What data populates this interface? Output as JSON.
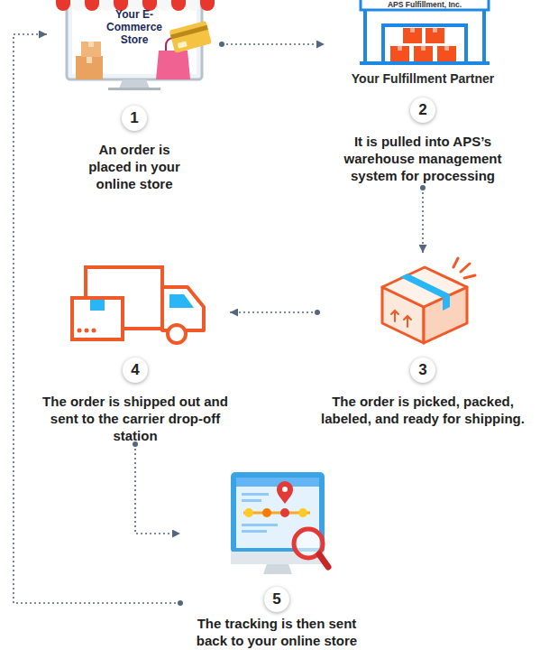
{
  "diagram": {
    "nodes": [
      {
        "text": [
          "Your E-Commerce Store",
          "1",
          "An order is placed in your online store"
        ]
      },
      {
        "text": [
          "APS Fulfillment, Inc.",
          "Your Fulfillment Partner",
          "2",
          "It is pulled into APS’s warehouse management system for processing"
        ]
      },
      {
        "text": [
          "3",
          "The order is picked, packed, labeled, and ready for shipping."
        ]
      },
      {
        "text": [
          "4",
          "The order is shipped out and sent to the carrier drop-off station"
        ]
      },
      {
        "text": [
          "5",
          "The tracking is then sent back to your online store"
        ]
      }
    ],
    "edges": [
      {
        "from": 0,
        "to": 1,
        "arrow": "to"
      },
      {
        "from": 1,
        "to": 2,
        "arrow": "to"
      },
      {
        "from": 2,
        "to": 3,
        "arrow": "to"
      },
      {
        "from": 3,
        "to": 4,
        "arrow": "to"
      },
      {
        "from": 4,
        "to": 0,
        "arrow": "to"
      }
    ]
  }
}
